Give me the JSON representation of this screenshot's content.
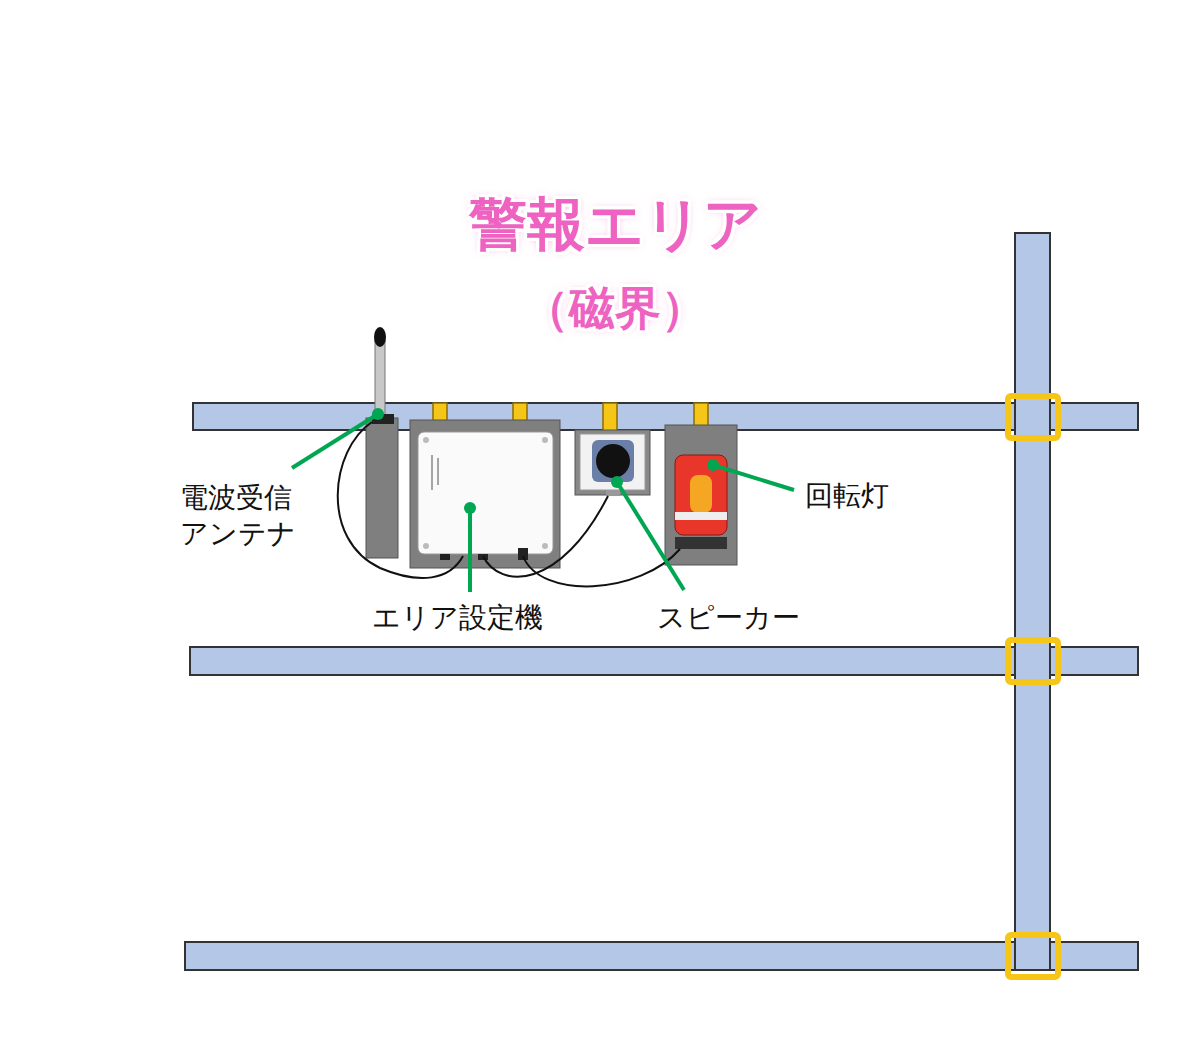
{
  "diagram": {
    "nodes": [
      {
        "text": [
          "警報エリア",
          "（磁界）"
        ]
      }
    ],
    "labels": [
      "電波受信 アンテナ",
      "エリア設定機",
      "スピーカー",
      "回転灯"
    ]
  }
}
